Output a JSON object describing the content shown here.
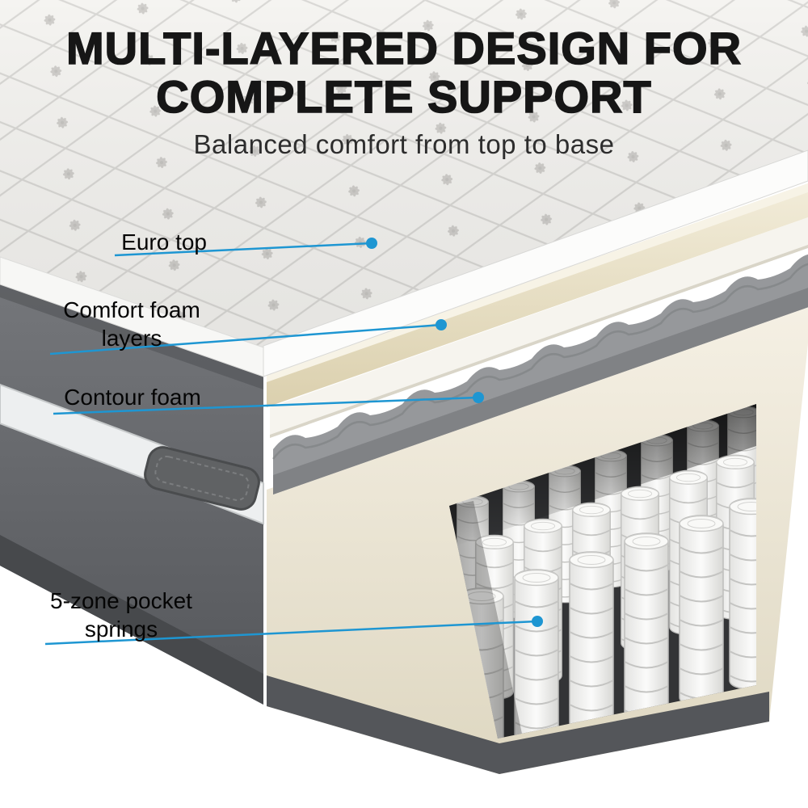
{
  "header": {
    "title_line1": "MULTI-LAYERED DESIGN FOR",
    "title_line2": "COMPLETE SUPPORT",
    "subtitle": "Balanced comfort from top to base"
  },
  "callouts": [
    {
      "id": "euro-top",
      "text": "Euro top"
    },
    {
      "id": "comfort-foam",
      "text": "Comfort foam\nlayers"
    },
    {
      "id": "contour-foam",
      "text": "Contour foam"
    },
    {
      "id": "pocket-springs",
      "text": "5-zone pocket\nsprings"
    }
  ],
  "colors": {
    "accent": "#1e96d2",
    "title": "#161616",
    "subtitle": "#2d2d2d",
    "quilt_fabric": "#f5f4f1",
    "side_gray": "#64666a",
    "comfort_foam_cream": "#e9e0c6",
    "contour_foam_gray": "#96989b",
    "spring_white": "#f4f4f2",
    "base_dark": "#54565a"
  }
}
